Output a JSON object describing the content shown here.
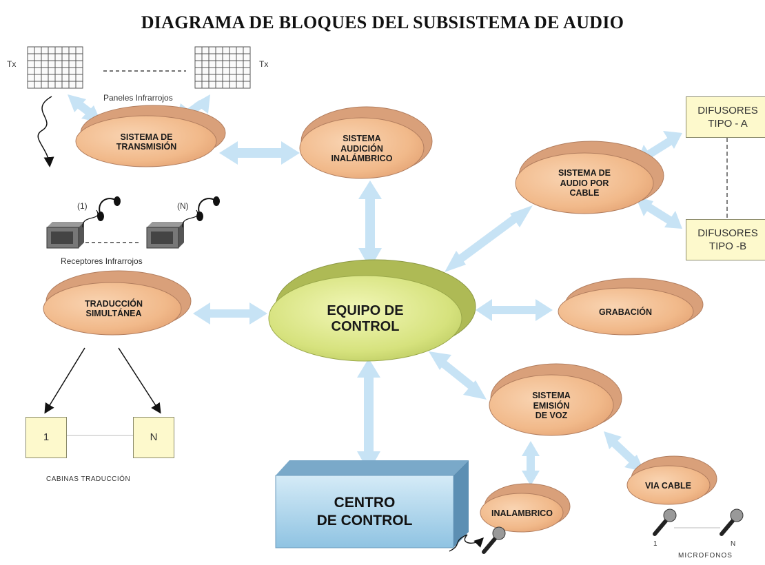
{
  "title": "DIAGRAMA DE BLOQUES DEL SUBSISTEMA DE AUDIO",
  "nodes": {
    "transmision": "SISTEMA DE\nTRANSMISIÓN",
    "audicion": "SISTEMA\nAUDICIÓN\nINALÁMBRICO",
    "audio_cable": "SISTEMA DE\nAUDIO POR\nCABLE",
    "traduccion": "TRADUCCIÓN\nSIMULTÁNEA",
    "equipo": "EQUIPO DE\nCONTROL",
    "grabacion": "GRABACIÓN",
    "emision": "SISTEMA\nEMISIÓN\nDE VOZ",
    "via_cable": "VIA CABLE",
    "inalambrico": "INALAMBRICO",
    "centro": "CENTRO\nDE CONTROL"
  },
  "boxes": {
    "difusores_a": "DIFUSORES\nTIPO - A",
    "difusores_b": "DIFUSORES\nTIPO -B",
    "cabina_1": "1",
    "cabina_n": "N"
  },
  "labels": {
    "tx_left": "Tx",
    "tx_right": "Tx",
    "paneles": "Paneles Infrarrojos",
    "receptores": "Receptores Infrarrojos",
    "rx_1": "(1)",
    "rx_n": "(N)",
    "cabinas": "CABINAS TRADUCCIÓN",
    "mic_1": "1",
    "mic_n": "N",
    "microfonos": "MICROFONOS"
  },
  "colors": {
    "ellipse_fill": "#f3bf93",
    "ellipse_edge": "#b8836a",
    "center_fill": "#d9e58a",
    "arrow": "#c7e3f5",
    "box_fill": "#fdf9cc",
    "centro_fill": "#a9d2ea"
  },
  "icons": [
    "infrared-panel-icon",
    "headphones-icon",
    "receiver-icon",
    "microphone-icon",
    "wireless-signal-icon"
  ]
}
